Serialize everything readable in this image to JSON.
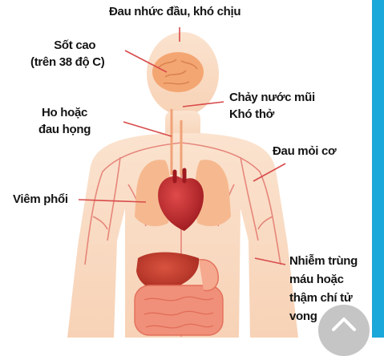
{
  "labels": {
    "headache": "Đau nhức đầu, khó chịu",
    "fever_line1": "Sốt  cao",
    "fever_line2": "(trên 38 độ C)",
    "runny_nose_line1": "Chảy nước mũi",
    "runny_nose_line2": "Khó thở",
    "cough_line1": "Ho hoặc",
    "cough_line2": "đau họng",
    "muscle_pain": "Đau mỏi cơ",
    "pneumonia": "Viêm phổi",
    "infection_line1": "Nhiễm trùng",
    "infection_line2": "máu hoặc",
    "infection_line3": "thậm chí tử",
    "infection_line4": "vong"
  },
  "colors": {
    "accent_bar": "#1aa7d9",
    "skin": "#f9dcc4",
    "brain": "#f4a672",
    "lungs": "#f6b98f",
    "heart": "#c9252b",
    "liver": "#c0392b",
    "intestine": "#f0907a",
    "vessels": "#d9534f",
    "leader_lines": "#d84a4a"
  },
  "icons": {
    "scroll_top": "chevron-up-icon"
  }
}
